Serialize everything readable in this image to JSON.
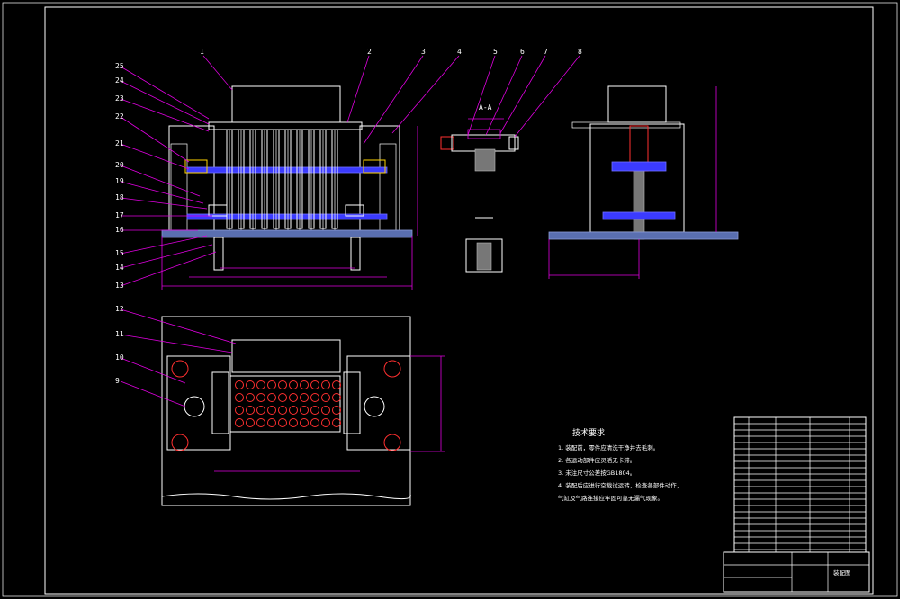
{
  "drawing": {
    "part_labels_left": [
      "25",
      "24",
      "23",
      "22",
      "21",
      "20",
      "19",
      "18",
      "17",
      "16",
      "15",
      "14",
      "13"
    ],
    "part_labels_top": [
      "1",
      "2",
      "3",
      "4",
      "5",
      "6",
      "7",
      "8"
    ],
    "part_labels_plan": [
      "12",
      "11",
      "10",
      "9"
    ],
    "section_labels": [
      "A-A"
    ],
    "tech_requirements": {
      "title": "技术要求",
      "items": [
        "1. 装配前，零件应清洗干净并去毛刺。",
        "2. 各运动部件应灵活无卡滞。",
        "3. 未注尺寸公差按GB1804。",
        "4. 装配后应进行空载试运转，检查各部件动作，",
        "气缸及气路连接应牢固可靠无漏气现象。"
      ]
    },
    "title_block": {
      "name": "装配图"
    },
    "colors": {
      "background": "#000000",
      "outline": "#ffffff",
      "dimension": "#e000e0",
      "blue_part": "#3b3bff",
      "teal": "#2a8f7a"
    }
  }
}
